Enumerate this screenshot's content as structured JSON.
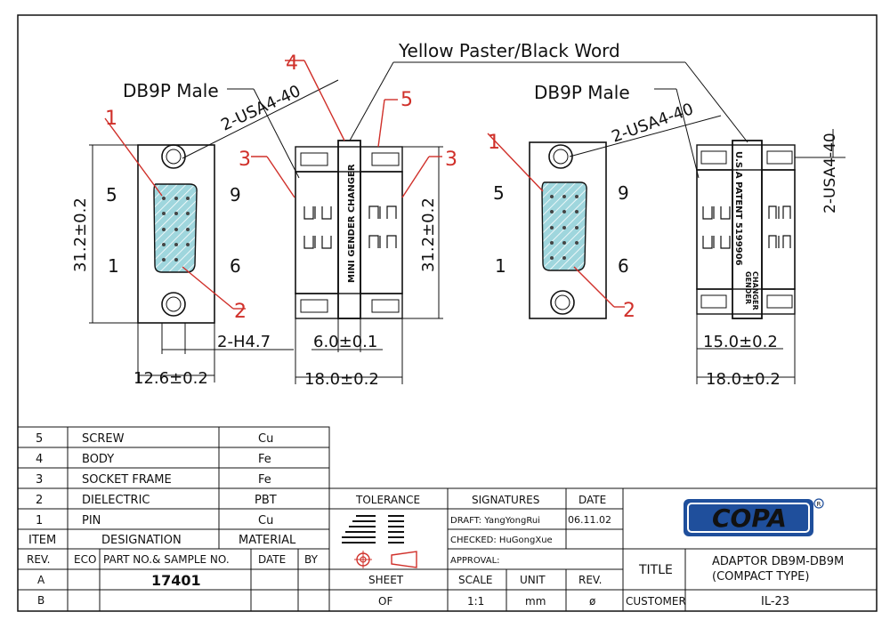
{
  "drawing": {
    "top_note": "Yellow Paster/Black Word",
    "left_view": {
      "part_label": "DB9P Male",
      "thread_label": "2-USA4-40",
      "pin_five": "5",
      "pin_nine": "9",
      "pin_one": "1",
      "pin_six": "6",
      "hole_label": "2-H4.7",
      "height_dim": "31.2±0.2",
      "width_dim": "12.6±0.2",
      "callout_1": "1",
      "callout_2": "2",
      "callout_3": "3"
    },
    "middle_view": {
      "callout_4": "4",
      "callout_5": "5",
      "callout_3": "3",
      "label_vertical": "MINI GENDER CHANGER",
      "height_dim": "31.2±0.2",
      "inner_dim": "6.0±0.1",
      "outer_dim": "18.0±0.2"
    },
    "right_view": {
      "part_label": "DB9P Male",
      "thread_label": "2-USA4-40",
      "thread_vertical": "2-USA4-40",
      "pin_five": "5",
      "pin_nine": "9",
      "pin_one": "1",
      "pin_six": "6",
      "callout_1": "1",
      "callout_2": "2",
      "patent_line1": "U.S.A PATENT 5199906",
      "patent_line2": "GENDER",
      "patent_line3": "CHANGER",
      "inner_dim": "15.0±0.2",
      "outer_dim": "18.0±0.2"
    }
  },
  "bom": {
    "rows": [
      {
        "item": "5",
        "designation": "SCREW",
        "material": "Cu"
      },
      {
        "item": "4",
        "designation": "BODY",
        "material": "Fe"
      },
      {
        "item": "3",
        "designation": "SOCKET FRAME",
        "material": "Fe"
      },
      {
        "item": "2",
        "designation": "DIELECTRIC",
        "material": "PBT"
      },
      {
        "item": "1",
        "designation": "PIN",
        "material": "Cu"
      }
    ],
    "headers": {
      "item": "ITEM",
      "designation": "DESIGNATION",
      "material": "MATERIAL"
    }
  },
  "revision": {
    "headers": {
      "rev": "REV.",
      "eco": "ECO",
      "part": "PART NO.& SAMPLE NO.",
      "date": "DATE",
      "by": "BY"
    },
    "row_a": "A",
    "row_b": "B",
    "part_no": "17401"
  },
  "title_block": {
    "tolerance": "TOLERANCE",
    "signatures": "SIGNATURES",
    "date_header": "DATE",
    "draft": "DRAFT: YangYongRui",
    "draft_date": "06.11.02",
    "checked": "CHECKED: HuGongXue",
    "approval": "APPROVAL:",
    "sheet": "SHEET",
    "sheet_value": "OF",
    "scale": "SCALE",
    "scale_value": "1:1",
    "unit": "UNIT",
    "unit_value": "mm",
    "rev": "REV.",
    "rev_value": "ø",
    "title_label": "TITLE",
    "title_line1": "ADAPTOR DB9M-DB9M",
    "title_line2": "(COMPACT TYPE)",
    "customer_label": "CUSTOMER",
    "customer_value": "IL-23",
    "logo": "COPA",
    "colors": {
      "logo_blue": "#1f4f9c",
      "callout_red": "#d0302a",
      "pin_fill": "#9fd6dd"
    }
  }
}
